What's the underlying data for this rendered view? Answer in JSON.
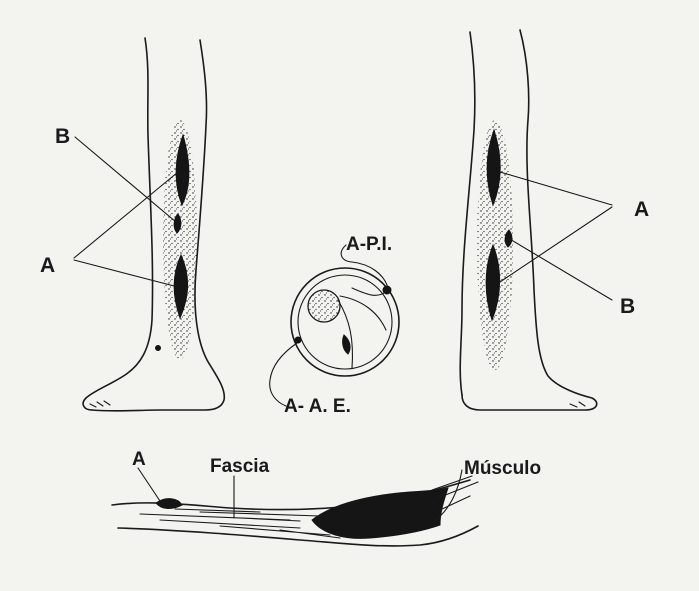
{
  "labels": {
    "left_leg_b": "B",
    "left_leg_a": "A",
    "right_leg_a": "A",
    "right_leg_b": "B",
    "section_api": "A-P.I.",
    "section_aae": "A- A. E.",
    "bottom_a": "A",
    "bottom_fascia": "Fascia",
    "bottom_musculo": "Músculo"
  },
  "colors": {
    "ink": "#1a1a1a",
    "paper": "#f3f3f0"
  }
}
